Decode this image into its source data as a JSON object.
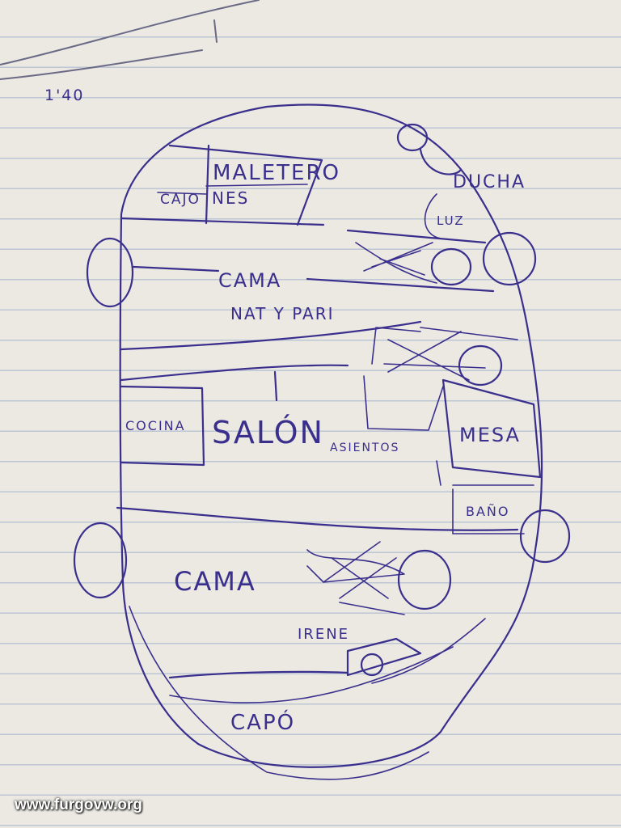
{
  "scale_note": "1'40",
  "labels": {
    "maletero": "MALETERO",
    "cajones_1": "CAJO",
    "cajones_2": "NES",
    "ducha": "DUCHA",
    "luz": "LUZ",
    "cama_top": "CAMA",
    "nat_y_pari": "NAT Y PARI",
    "cocina": "COCINA",
    "salon": "SALÓN",
    "asientos": "ASIENTOS",
    "mesa": "MESA",
    "bano": "BAÑO",
    "cama_bottom": "CAMA",
    "irene": "IRENE",
    "capo": "CAPÓ"
  },
  "watermark": "www.furgovw.org",
  "colors": {
    "ink": "#3a2f8c",
    "paper": "#ebe9e2",
    "rule_lines": "#96aac8"
  }
}
